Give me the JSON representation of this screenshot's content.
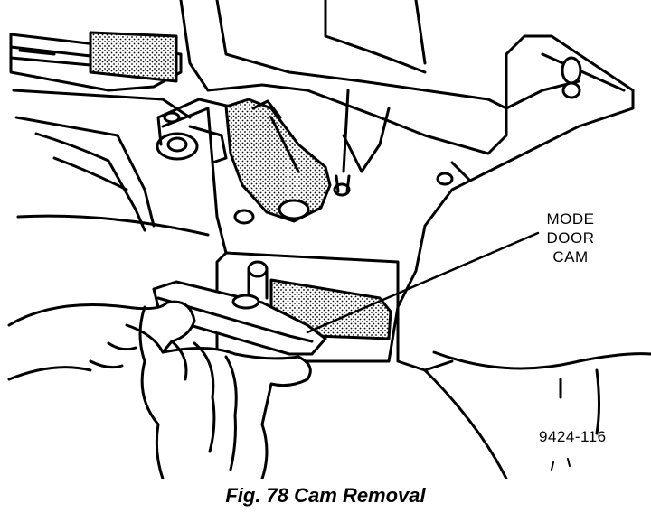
{
  "figure": {
    "callouts": [
      {
        "lines": [
          "MODE",
          "DOOR",
          "CAM"
        ]
      }
    ],
    "figure_number": "9424-116"
  },
  "caption": {
    "label": "Fig. 78",
    "title": "Cam Removal"
  }
}
